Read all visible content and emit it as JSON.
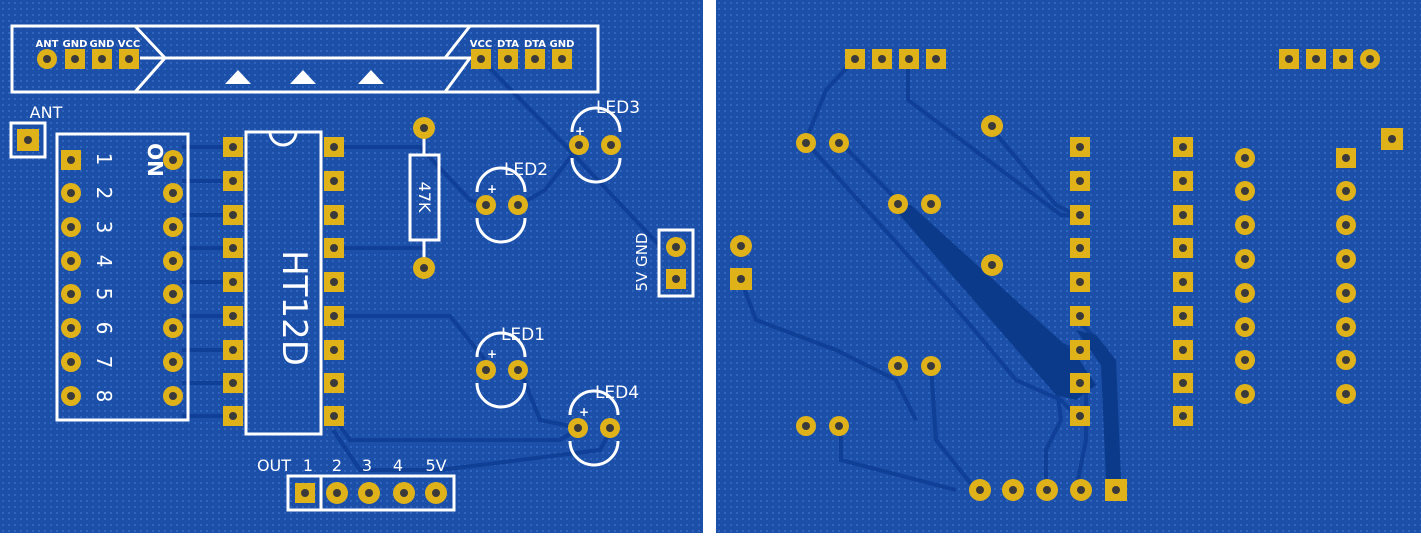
{
  "colors": {
    "board": "#1b4fa8",
    "trace": "#0f3f96",
    "silk": "#ffffff",
    "pad": "#e0b21a",
    "hole": "#3a3a3a"
  },
  "top": {
    "module_pins_left": [
      "ANT",
      "GND",
      "GND",
      "VCC"
    ],
    "module_pins_right": [
      "VCC",
      "DTA",
      "DTA",
      "GND"
    ],
    "ant_label": "ANT",
    "chip_label": "HT12D",
    "dip_label": "ON",
    "dip_numbers": [
      "1",
      "2",
      "3",
      "4",
      "5",
      "6",
      "7",
      "8"
    ],
    "resistor_label": "47K",
    "leds": [
      "LED3",
      "LED2",
      "LED1",
      "LED4"
    ],
    "power_label": "5V GND",
    "out_labels": [
      "OUT",
      "1",
      "2",
      "3",
      "4",
      "5V"
    ]
  }
}
